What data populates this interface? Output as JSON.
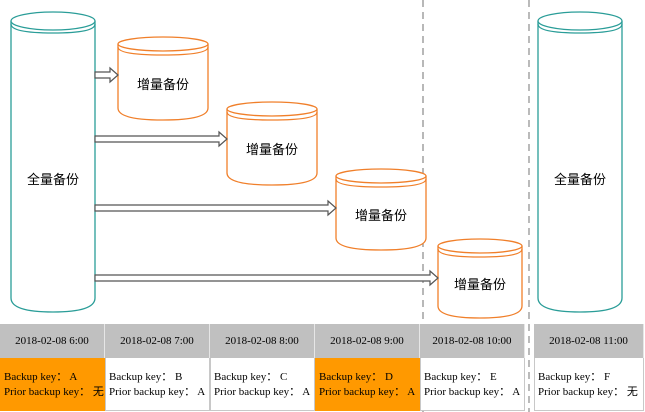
{
  "full_backup_label": "全量备份",
  "incremental_backup_label": "增量备份",
  "colors": {
    "full_backup_stroke": "#2a9d98",
    "incremental_backup_stroke": "#f07f2a",
    "highlight_cell": "#ff9900",
    "header_cell": "#c0c0c0",
    "divider": "#999999"
  },
  "timeline": [
    {
      "time": "2018-02-08 6:00",
      "backup_key_label": "Backup key：",
      "backup_key": "A",
      "prior_label": "Prior backup key：",
      "prior_key": "无",
      "highlight": true
    },
    {
      "time": "2018-02-08 7:00",
      "backup_key_label": "Backup key：",
      "backup_key": "B",
      "prior_label": "Prior backup key：",
      "prior_key": "A",
      "highlight": false
    },
    {
      "time": "2018-02-08 8:00",
      "backup_key_label": "Backup key：",
      "backup_key": "C",
      "prior_label": "Prior backup key：",
      "prior_key": "A",
      "highlight": false
    },
    {
      "time": "2018-02-08 9:00",
      "backup_key_label": "Backup key：",
      "backup_key": "D",
      "prior_label": "Prior backup key：",
      "prior_key": "A",
      "highlight": true
    },
    {
      "time": "2018-02-08 10:00",
      "backup_key_label": "Backup key：",
      "backup_key": "E",
      "prior_label": "Prior backup key：",
      "prior_key": "A",
      "highlight": false
    },
    {
      "time": "2018-02-08 11:00",
      "backup_key_label": "Backup key：",
      "backup_key": "F",
      "prior_label": "Prior backup key：",
      "prior_key": "无",
      "highlight": false
    }
  ]
}
